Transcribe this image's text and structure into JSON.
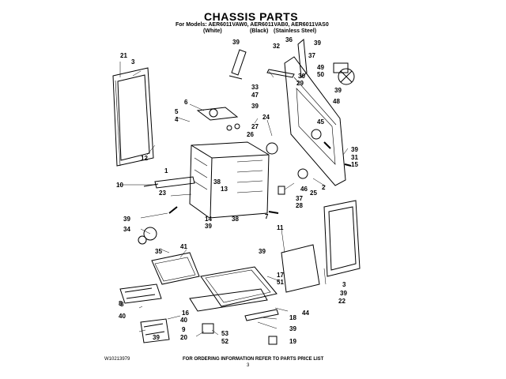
{
  "header": {
    "title": "CHASSIS PARTS",
    "models_line": "For Models: AER6011VAW0, AER6011VAB0, AER6011VAS0",
    "variants": [
      "(White)",
      "(Black)",
      "(Stainless Steel)"
    ]
  },
  "callouts": [
    "39",
    "36",
    "32",
    "39",
    "21",
    "3",
    "37",
    "30",
    "49",
    "50",
    "29",
    "33",
    "47",
    "39",
    "48",
    "6",
    "5",
    "4",
    "39",
    "27",
    "24",
    "26",
    "45",
    "39",
    "31",
    "15",
    "12",
    "1",
    "38",
    "2",
    "25",
    "10",
    "23",
    "13",
    "46",
    "28",
    "37",
    "38",
    "7",
    "14",
    "39",
    "39",
    "8",
    "11",
    "34",
    "35",
    "39",
    "41",
    "3",
    "39",
    "22",
    "17",
    "51",
    "18",
    "16",
    "8",
    "40",
    "44",
    "40",
    "39",
    "9",
    "53",
    "20",
    "52",
    "19",
    "39"
  ],
  "footer": {
    "doc_number": "W10213979",
    "note": "FOR ORDERING INFORMATION REFER TO PARTS PRICE LIST",
    "page": "3"
  }
}
